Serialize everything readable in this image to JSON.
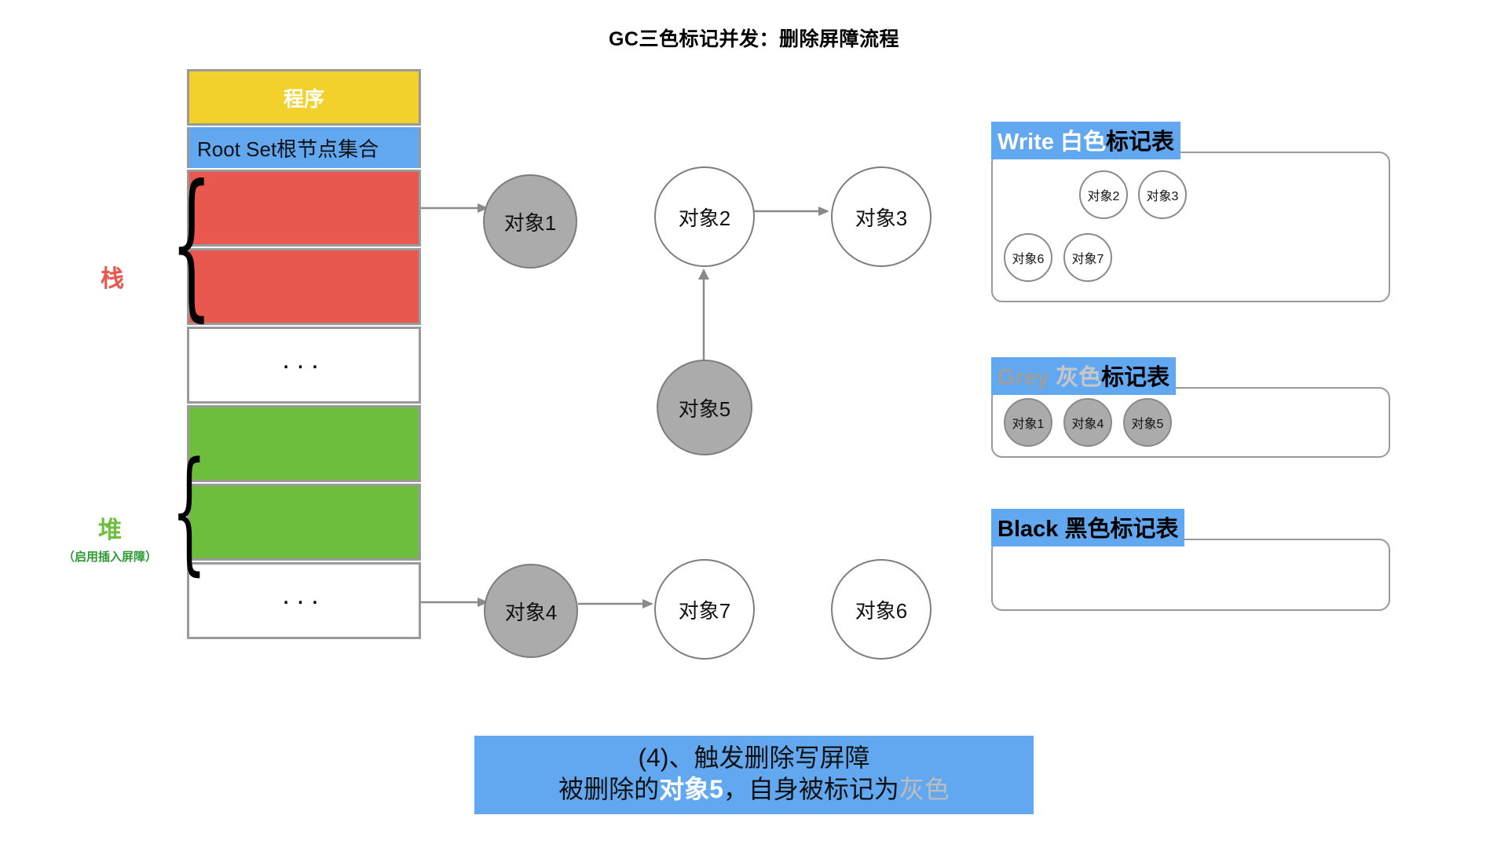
{
  "title": "GC三色标记并发：删除屏障流程",
  "memory": {
    "program_label": "程序",
    "root_set_label": "Root Set根节点集合",
    "ellipsis": "...",
    "rows": [
      {
        "kind": "program",
        "label": "程序",
        "color": "#F2D12C"
      },
      {
        "kind": "rootset",
        "label": "Root Set根节点集合",
        "color": "#62A8F0"
      },
      {
        "kind": "red",
        "label": "",
        "color": "#E8584F"
      },
      {
        "kind": "red",
        "label": "",
        "color": "#E8584F"
      },
      {
        "kind": "blank",
        "label": "...",
        "color": "#FFFFFF"
      },
      {
        "kind": "green",
        "label": "",
        "color": "#6CBE3C"
      },
      {
        "kind": "green",
        "label": "",
        "color": "#6CBE3C"
      },
      {
        "kind": "blank",
        "label": "...",
        "color": "#FFFFFF"
      }
    ],
    "stack_label": "栈",
    "heap_label": "堆",
    "heap_sublabel": "（启用插入屏障）",
    "stack_color": "#E8584F",
    "heap_color": "#6CBE3C"
  },
  "graph": {
    "nodes": [
      {
        "id": "obj1",
        "label": "对象1",
        "color": "grey"
      },
      {
        "id": "obj2",
        "label": "对象2",
        "color": "white"
      },
      {
        "id": "obj3",
        "label": "对象3",
        "color": "white"
      },
      {
        "id": "obj5",
        "label": "对象5",
        "color": "grey"
      },
      {
        "id": "obj4",
        "label": "对象4",
        "color": "grey"
      },
      {
        "id": "obj7",
        "label": "对象7",
        "color": "white"
      },
      {
        "id": "obj6",
        "label": "对象6",
        "color": "white"
      }
    ],
    "edges": [
      {
        "from": "root-set",
        "to": "obj1"
      },
      {
        "from": "obj2",
        "to": "obj3"
      },
      {
        "from": "obj5",
        "to": "obj2"
      },
      {
        "from": "heap-row",
        "to": "obj4"
      },
      {
        "from": "obj4",
        "to": "obj7"
      }
    ]
  },
  "tables": {
    "white": {
      "head_en": "Write",
      "head_cn_color": " 白色",
      "head_tail": "标记表",
      "items": [
        "对象2",
        "对象3",
        "对象6",
        "对象7"
      ]
    },
    "grey": {
      "head_en": "Grey",
      "head_cn_color": " 灰色",
      "head_tail": "标记表",
      "items": [
        "对象1",
        "对象4",
        "对象5"
      ]
    },
    "black": {
      "head_en": "Black",
      "head_cn_color": " 黑色",
      "head_tail": "标记表",
      "items": []
    }
  },
  "caption": {
    "line1": "(4)、触发删除写屏障",
    "line2_a": "被删除的",
    "line2_b": "对象5",
    "line2_c": "，自身被标记为",
    "line2_d": "灰色",
    "background": "#62A8F0"
  }
}
